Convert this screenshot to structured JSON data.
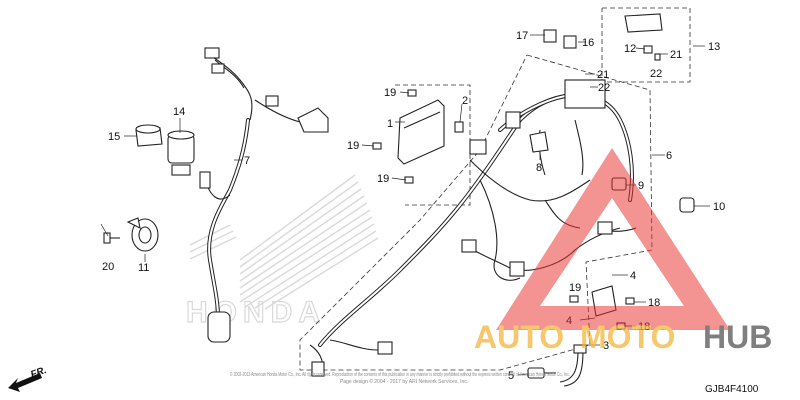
{
  "diagram": {
    "code": "GJB4F4100",
    "direction_label": "FR.",
    "copyright_lines": [
      "© 2002-2013 American Honda Motor Co., Inc. All rights reserved. Reproduction of the contents of this publication in any manner is strictly prohibited without the express written consent of American Honda Motor Co., Inc.",
      "Page design © 2004 - 2017 by ARI Network Services, Inc."
    ],
    "callouts": {
      "c1": "1",
      "c2": "2",
      "c3": "3",
      "c4a": "4",
      "c4b": "4",
      "c5": "5",
      "c6": "6",
      "c7": "7",
      "c8": "8",
      "c9": "9",
      "c10": "10",
      "c11": "11",
      "c12": "12",
      "c13": "13",
      "c14": "14",
      "c15": "15",
      "c16": "16",
      "c17": "17",
      "c18a": "18",
      "c18b": "18",
      "c19a": "19",
      "c19b": "19",
      "c19c": "19",
      "c19d": "19",
      "c20": "20",
      "c21a": "21",
      "c21b": "21",
      "c22a": "22",
      "c22b": "22"
    }
  },
  "watermark": {
    "brand_part1": "AUTO",
    "brand_part2": "MOTO",
    "brand_part3": "HUB",
    "color_red": "#e8312f",
    "color_orange": "#f5b53d",
    "color_gray": "#555555"
  },
  "honda_logo": {
    "text": "HONDA"
  }
}
